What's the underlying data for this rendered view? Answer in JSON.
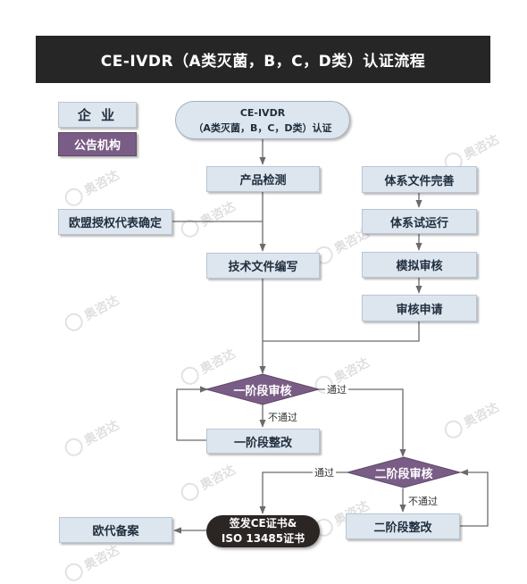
{
  "title": "CE-IVDR（A类灭菌，B，C，D类）认证流程",
  "legend": {
    "enterprise": "企 业",
    "notified_body": "公告机构"
  },
  "start": {
    "line1": "CE-IVDR",
    "line2": "（A类灭菌，B，C，D类）认证"
  },
  "nodes": {
    "product_testing": "产品检测",
    "eu_rep": "欧盟授权代表确定",
    "tech_docs": "技术文件编写",
    "system_docs": "体系文件完善",
    "system_trial": "体系试运行",
    "mock_audit": "模拟审核",
    "audit_application": "审核申请",
    "stage1_audit": "一阶段审核",
    "stage1_fix": "一阶段整改",
    "stage2_audit": "二阶段审核",
    "stage2_fix": "二阶段整改",
    "eu_rep_filing": "欧代备案"
  },
  "certificate": {
    "line1": "签发CE证书&",
    "line2": "ISO 13485证书"
  },
  "edges": {
    "pass1": "通过",
    "fail1": "不通过",
    "pass2": "通过",
    "fail2": "不通过"
  },
  "watermark": "奥咨达",
  "colors": {
    "header_bg": "#262626",
    "box_bg": "#dde6ef",
    "diamond": "#7a5d86",
    "certificate_bg": "#2b2524",
    "line": "#6b6b6b"
  }
}
